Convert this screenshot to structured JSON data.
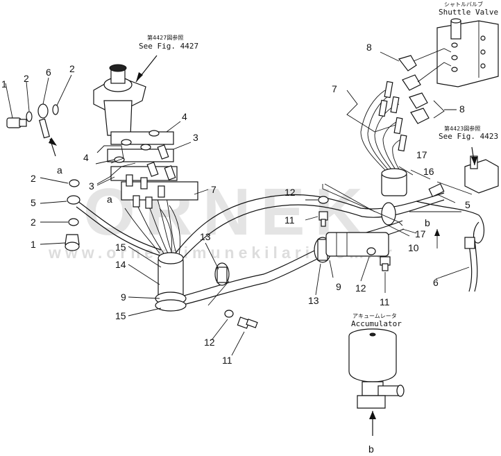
{
  "diagram": {
    "notes": {
      "shuttle_valve_jp": "シャトルバルブ",
      "shuttle_valve": "Shuttle Valve",
      "fig4427_jp": "第4427図参照",
      "fig4427": "See Fig. 4427",
      "fig4423_jp": "第4423図参照",
      "fig4423": "See Fig. 4423",
      "accumulator_jp": "アキュームレータ",
      "accumulator": "Accumulator"
    },
    "letters": {
      "a_left": "a",
      "a_mid": "a",
      "b_right": "b",
      "b_bottom": "b"
    },
    "callouts": {
      "c1_top": "1",
      "c2_top": "2",
      "c6": "6",
      "c2_top2": "2",
      "c4_right": "4",
      "c3_right": "3",
      "c4_left": "4",
      "c3_left": "3",
      "c2_mid": "2",
      "c5_left": "5",
      "c2_low": "2",
      "c1_low": "1",
      "c7_left": "7",
      "c15_a": "15",
      "c14": "14",
      "c9_left": "9",
      "c15_b": "15",
      "c13_a": "13",
      "c12_a": "12",
      "c11_a": "11",
      "c12_b": "12",
      "c11_b": "11",
      "c13_b": "13",
      "c9_mid": "9",
      "c12_c": "12",
      "c11_c": "11",
      "c8_top": "8",
      "c7_right": "7",
      "c8_right": "8",
      "c17_a": "17",
      "c16": "16",
      "c5_right": "5",
      "c17_b": "17",
      "c10": "10",
      "c6_right": "6"
    },
    "watermark": {
      "main": "ORNEK",
      "url": "www.orneksimunekilari.com.tr"
    },
    "colors": {
      "line": "#111111",
      "watermark": "#cfcfcf",
      "highlight": "#f2c531"
    }
  }
}
